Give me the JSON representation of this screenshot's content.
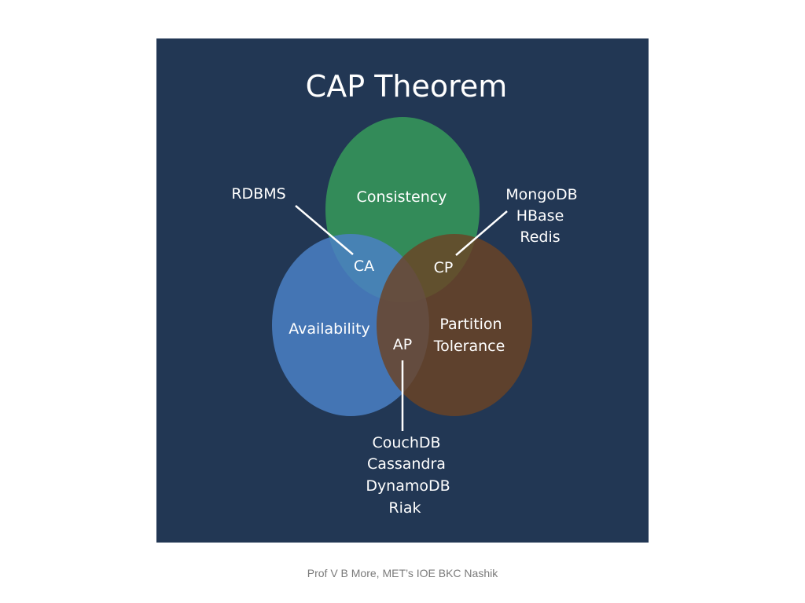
{
  "diagram": {
    "title": "CAP Theorem",
    "sets": {
      "consistency": {
        "label": "Consistency",
        "color": "#35935a"
      },
      "availability": {
        "label": "Availability",
        "color": "#4a80c4"
      },
      "partition_tolerance": {
        "label_line1": "Partition",
        "label_line2": "Tolerance",
        "color": "#6b4325"
      }
    },
    "intersections": {
      "ca": "CA",
      "cp": "CP",
      "ap": "AP"
    },
    "examples": {
      "ca": [
        "RDBMS"
      ],
      "cp": [
        "MongoDB",
        "HBase",
        "Redis"
      ],
      "ap": [
        "CouchDB",
        "Cassandra",
        "DynamoDB",
        "Riak"
      ]
    },
    "colors": {
      "background": "#223754",
      "text": "#ffffff",
      "connector": "#ffffff"
    }
  },
  "footer": {
    "text": "Prof V B More, MET’s IOE BKC Nashik"
  }
}
